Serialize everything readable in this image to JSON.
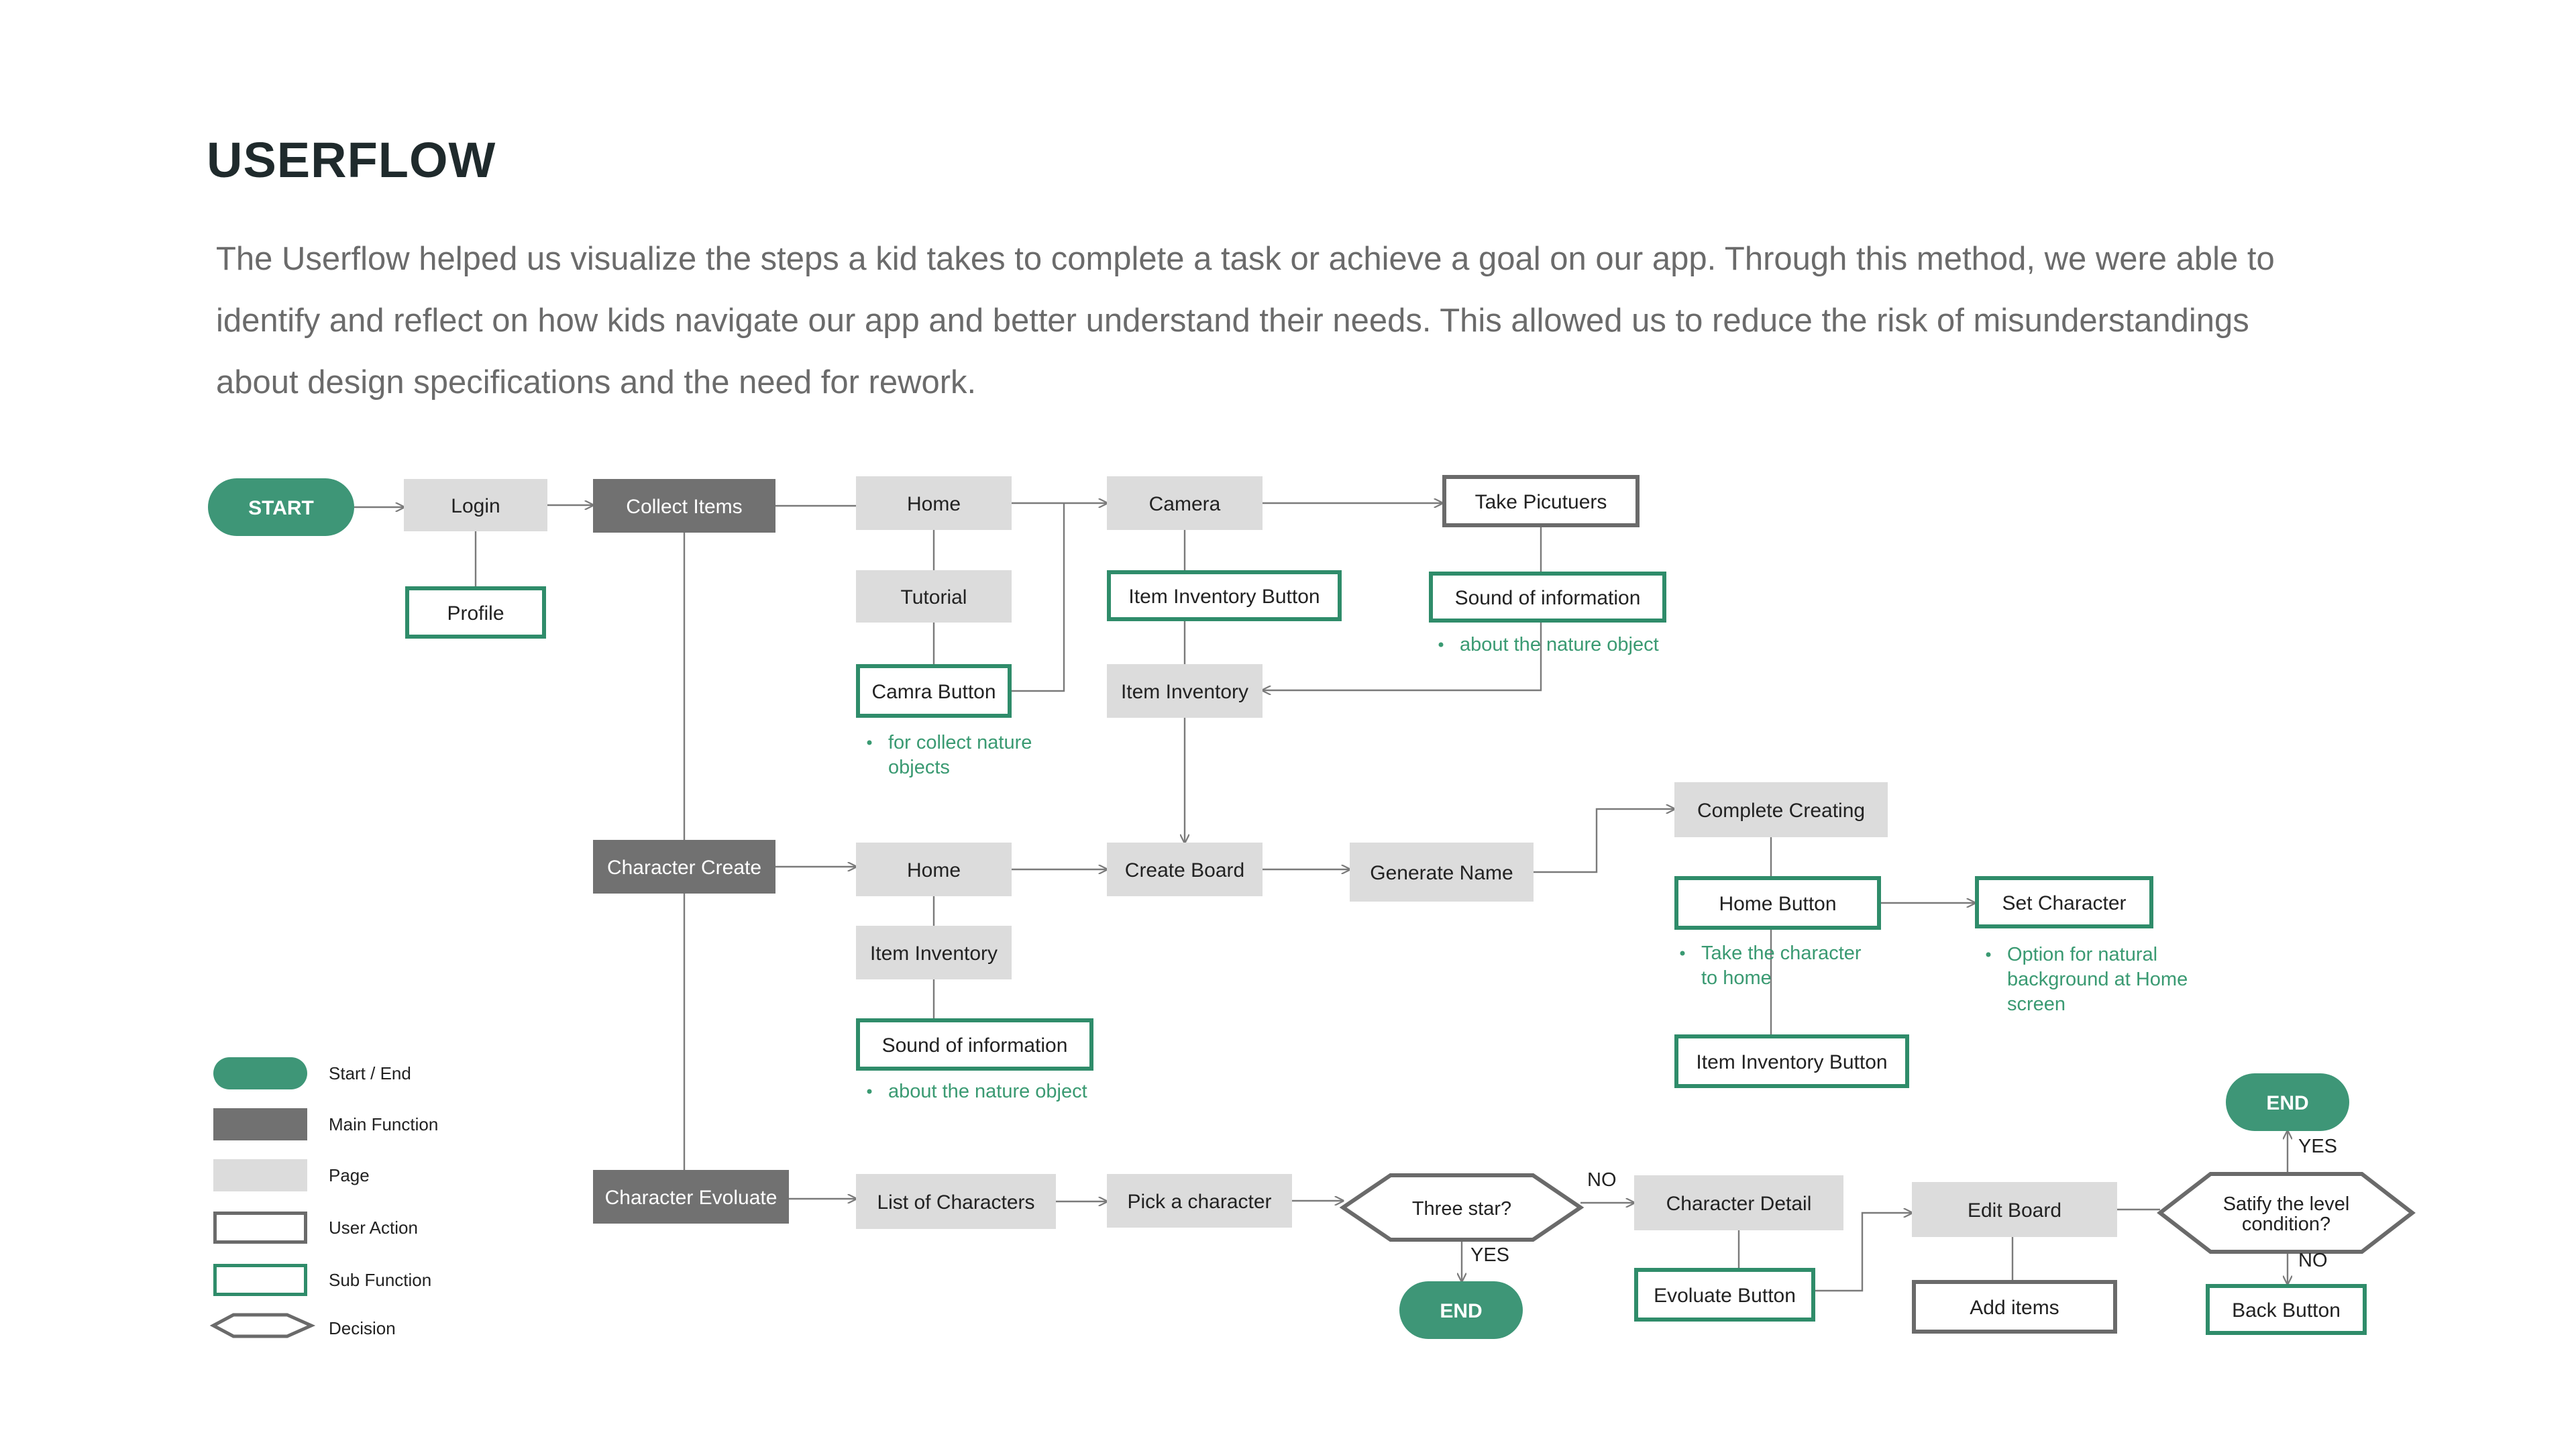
{
  "header": {
    "title": "USERFLOW",
    "description": "The Userflow helped us visualize the steps a kid takes to complete a task or achieve a goal on our app. Through this method, we were able to identify and reflect on how kids navigate our app and better understand their needs. This allowed us to reduce the risk of misunderstandings about design specifications and the need for rework."
  },
  "colors": {
    "start_end": "#3e9677",
    "main_function": "#717171",
    "page": "#dcdcdc",
    "user_action_border": "#6a6a6a",
    "sub_function_border": "#2f8c6a",
    "note_text": "#3a9a72",
    "connector": "#7a7a7a",
    "text_dark": "#222222",
    "text_light": "#ffffff"
  },
  "diagram": {
    "nodes": {
      "start": {
        "label": "START",
        "type": "start_end"
      },
      "login": {
        "label": "Login",
        "type": "page"
      },
      "profile": {
        "label": "Profile",
        "type": "sub_function"
      },
      "collect_items": {
        "label": "Collect Items",
        "type": "main_function"
      },
      "home1": {
        "label": "Home",
        "type": "page"
      },
      "tutorial": {
        "label": "Tutorial",
        "type": "page"
      },
      "camra_button": {
        "label": "Camra Button",
        "type": "sub_function"
      },
      "camera": {
        "label": "Camera",
        "type": "page"
      },
      "item_inv_button1": {
        "label": "Item Inventory Button",
        "type": "sub_function"
      },
      "item_inventory1": {
        "label": "Item Inventory",
        "type": "page"
      },
      "take_pictures": {
        "label": "Take Picutuers",
        "type": "user_action"
      },
      "sound_info1": {
        "label": "Sound of information",
        "type": "sub_function"
      },
      "character_create": {
        "label": "Character Create",
        "type": "main_function"
      },
      "home2": {
        "label": "Home",
        "type": "page"
      },
      "item_inventory2": {
        "label": "Item Inventory",
        "type": "page"
      },
      "sound_info2": {
        "label": "Sound of information",
        "type": "sub_function"
      },
      "create_board": {
        "label": "Create Board",
        "type": "page"
      },
      "generate_name": {
        "label": "Generate Name",
        "type": "page"
      },
      "complete_creating": {
        "label": "Complete Creating",
        "type": "page"
      },
      "home_button": {
        "label": "Home Button",
        "type": "sub_function"
      },
      "set_character": {
        "label": "Set Character",
        "type": "sub_function"
      },
      "item_inv_button2": {
        "label": "Item Inventory Button",
        "type": "sub_function"
      },
      "character_evoluate": {
        "label": "Character Evoluate",
        "type": "main_function"
      },
      "list_characters": {
        "label": "List of Characters",
        "type": "page"
      },
      "pick_character": {
        "label": "Pick a character",
        "type": "page"
      },
      "three_star": {
        "label": "Three star?",
        "type": "decision"
      },
      "end1": {
        "label": "END",
        "type": "start_end"
      },
      "character_detail": {
        "label": "Character Detail",
        "type": "page"
      },
      "evoluate_button": {
        "label": "Evoluate Button",
        "type": "sub_function"
      },
      "edit_board": {
        "label": "Edit Board",
        "type": "page"
      },
      "add_items": {
        "label": "Add items",
        "type": "user_action"
      },
      "satisfy_line1": {
        "label": "Satify the level",
        "type": "decision"
      },
      "satisfy_line2": {
        "label": "condition?",
        "type": "decision"
      },
      "end2": {
        "label": "END",
        "type": "start_end"
      },
      "back_button": {
        "label": "Back Button",
        "type": "sub_function"
      }
    },
    "notes": {
      "collect_nature_1": "for collect nature",
      "collect_nature_2": "objects",
      "about_nature_1": "about the nature object",
      "about_nature_2": "about the nature object",
      "take_home_1": "Take the character",
      "take_home_2": "to home",
      "option_bg_1": "Option for natural",
      "option_bg_2": "background at Home",
      "option_bg_3": "screen"
    },
    "edge_labels": {
      "three_star_no": "NO",
      "three_star_yes": "YES",
      "satisfy_yes": "YES",
      "satisfy_no": "NO"
    }
  },
  "legend": [
    {
      "label": "Start / End",
      "type": "start_end"
    },
    {
      "label": "Main Function",
      "type": "main_function"
    },
    {
      "label": "Page",
      "type": "page"
    },
    {
      "label": "User Action",
      "type": "user_action"
    },
    {
      "label": "Sub Function",
      "type": "sub_function"
    },
    {
      "label": "Decision",
      "type": "decision"
    }
  ]
}
